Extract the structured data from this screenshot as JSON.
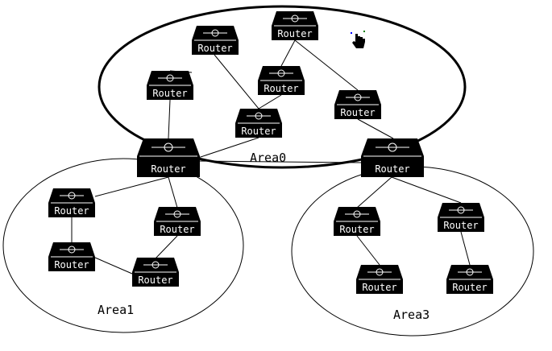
{
  "router_label": "Router",
  "areas": {
    "area0": "Area0",
    "area1": "Area1",
    "area3": "Area3"
  },
  "colors": {
    "router_body": "#000000",
    "router_text": "#ffffff",
    "line": "#000000",
    "background": "#ffffff"
  },
  "icons": {
    "router": "router-icon",
    "cursor": "hand-pointer-icon"
  }
}
